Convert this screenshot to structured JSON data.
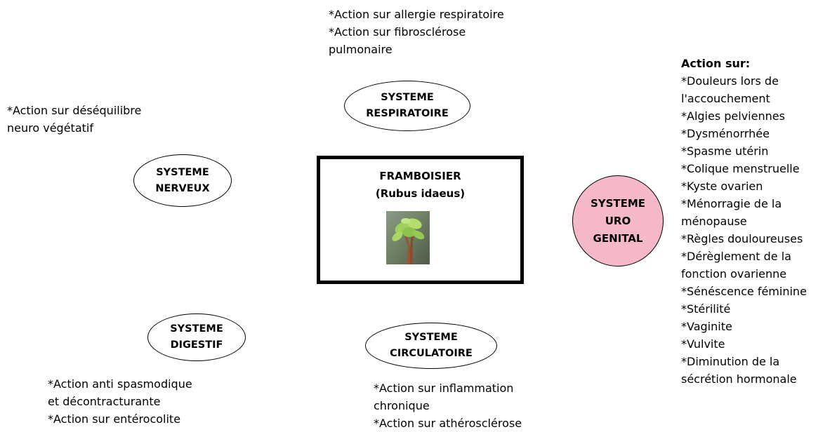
{
  "center": {
    "title": "FRAMBOISIER",
    "subtitle": "(Rubus idaeus)",
    "image_icon": "raspberry-plant-photo"
  },
  "systems": {
    "respiratoire": {
      "line1": "SYSTEME",
      "line2": "RESPIRATOIRE",
      "actions": [
        "*Action sur allergie respiratoire",
        "*Action sur fibrosclérose",
        "pulmonaire"
      ]
    },
    "nerveux": {
      "line1": "SYSTEME",
      "line2": "NERVEUX",
      "actions": [
        "*Action sur déséquilibre",
        "neuro végétatif"
      ]
    },
    "digestif": {
      "line1": "SYSTEME",
      "line2": "DIGESTIF",
      "actions": [
        "*Action anti spasmodique",
        "et décontracturante",
        "*Action sur entérocolite"
      ]
    },
    "circulatoire": {
      "line1": "SYSTEME",
      "line2": "CIRCULATOIRE",
      "actions": [
        "*Action sur inflammation",
        "chronique",
        "*Action sur athérosclérose"
      ]
    },
    "uro_genital": {
      "line1": "SYSTEME",
      "line2": "URO",
      "line3": "GENITAL",
      "fill_color": "#f4b8c9",
      "heading": "Action sur:",
      "actions": [
        "*Douleurs lors de",
        "l'accouchement",
        "*Algies pelviennes",
        "*Dysménorrhée",
        "*Spasme utérin",
        "*Colique menstruelle",
        "*Kyste ovarien",
        "*Ménorragie de la",
        "ménopause",
        "*Règles douloureuses",
        "*Dérèglement de la",
        "fonction ovarienne",
        "*Sénéscence féminine",
        "*Stérilité",
        "*Vaginite",
        "*Vulvite",
        "*Diminution de la",
        "sécrétion hormonale"
      ]
    }
  }
}
